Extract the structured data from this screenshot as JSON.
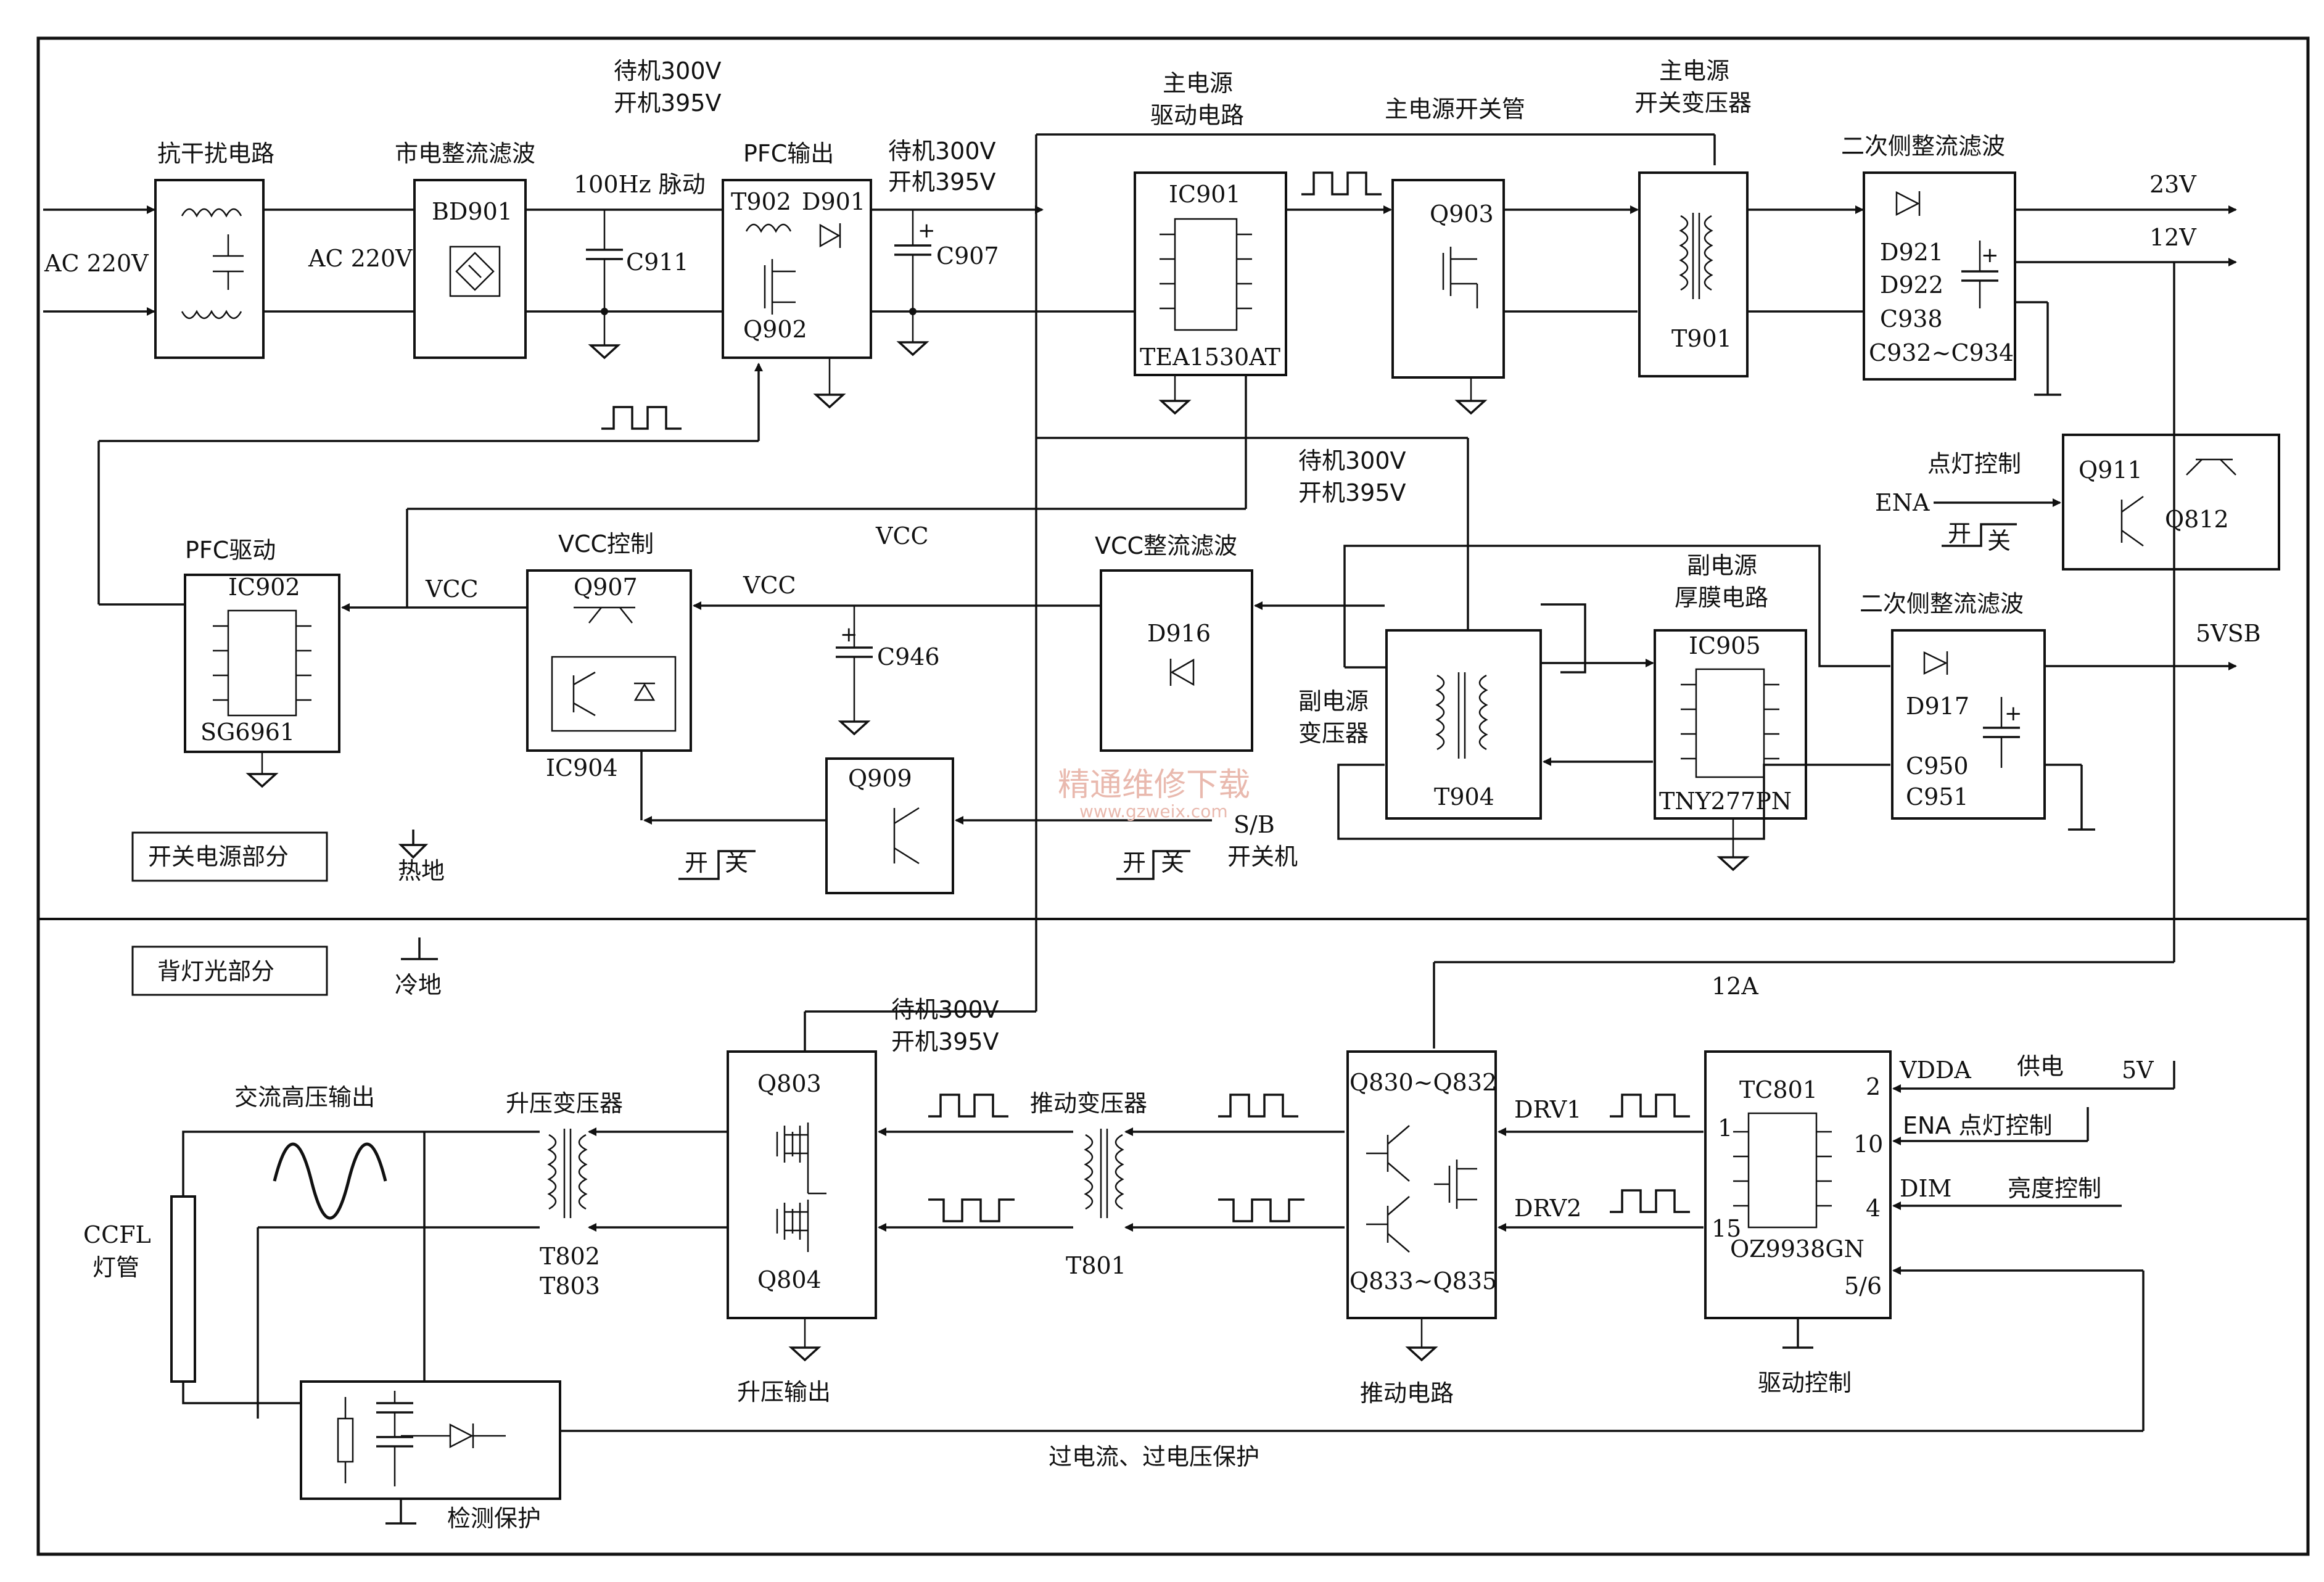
{
  "sections": {
    "switching": "开关电源部分",
    "backlight": "背灯光部分"
  },
  "grounds": {
    "hot": "热地",
    "cold": "冷地"
  },
  "blocks": {
    "emi": {
      "title": "抗干扰电路"
    },
    "rect": {
      "title": "市电整流滤波",
      "part": "BD901"
    },
    "pfc": {
      "title": "PFC输出",
      "t": "T902",
      "d": "D901",
      "q": "Q902"
    },
    "maindrv": {
      "title1": "主电源",
      "title2": "驱动电路",
      "ic": "IC901",
      "model": "TEA1530AT"
    },
    "mainsw": {
      "title": "主电源开关管",
      "q": "Q903"
    },
    "maintx": {
      "title1": "主电源",
      "title2": "开关变压器",
      "t": "T901"
    },
    "sec1": {
      "title": "二次侧整流滤波",
      "d1": "D921",
      "d2": "D922",
      "c1": "C938",
      "c2": "C932~C934"
    },
    "pfcdrv": {
      "title": "PFC驱动",
      "ic": "IC902",
      "model": "SG6961"
    },
    "vccctl": {
      "title": "VCC控制",
      "q": "Q907",
      "ic": "IC904"
    },
    "vccrect": {
      "title": "VCC整流滤波",
      "d": "D916"
    },
    "subtx": {
      "title1": "副电源",
      "title2": "变压器",
      "t": "T904"
    },
    "subhyb": {
      "title1": "副电源",
      "title2": "厚膜电路",
      "ic": "IC905",
      "model": "TNY277PN"
    },
    "sec2": {
      "title": "二次侧整流滤波",
      "d": "D917",
      "c1": "C950",
      "c2": "C951"
    },
    "q909": {
      "q": "Q909"
    },
    "q911": {
      "q1": "Q911",
      "q2": "Q812"
    },
    "boost": {
      "q1": "Q803",
      "q2": "Q804",
      "title": "升压输出"
    },
    "pushdrv": {
      "q1": "Q830~Q832",
      "q2": "Q833~Q835",
      "title": "推动电路"
    },
    "tc801": {
      "ic": "TC801",
      "model": "OZ9938GN",
      "title": "驱动控制",
      "p2": "2",
      "p1": "1",
      "p10": "10",
      "p15": "15",
      "p4": "4",
      "p56": "5/6"
    },
    "detect": {
      "title": "检测保护"
    }
  },
  "labels": {
    "ac_in": "AC 220V",
    "ac_mid": "AC 220V",
    "hz": "100Hz 脉动",
    "c911": "C911",
    "c907": "C907",
    "c946": "C946",
    "standby_top1": "待机300V",
    "standby_top2": "开机395V",
    "standby_pfc1": "待机300V",
    "standby_pfc2": "开机395V",
    "standby_mid1": "待机300V",
    "standby_mid2": "开机395V",
    "standby_bl1": "待机300V",
    "standby_bl2": "开机395V",
    "v23": "23V",
    "v12": "12V",
    "v5vsb": "5VSB",
    "vcc1": "VCC",
    "vcc2": "VCC",
    "vcc3": "VCC",
    "light_ctl": "点灯控制",
    "ena": "ENA",
    "sw_on": "开",
    "sw_off": "关",
    "sw2_on": "开",
    "sw2_off": "关",
    "sw3_on": "开",
    "sw3_off": "关",
    "sb": "S/B",
    "sb_sw": "开关机",
    "a12": "12A",
    "hv_out": "交流高压输出",
    "boost_tx": "升压变压器",
    "t802": "T802",
    "t803": "T803",
    "push_tx": "推动变压器",
    "t801": "T801",
    "ccfl1": "CCFL",
    "ccfl2": "灯管",
    "drv1": "DRV1",
    "drv2": "DRV2",
    "vdda": "VDDA",
    "supply": "供电",
    "v5": "5V",
    "ena_ctl": "ENA 点灯控制",
    "dim": "DIM",
    "bright": "亮度控制",
    "protect": "过电流、过电压保护",
    "watermark1": "精通维修下载",
    "watermark2": "www.gzweix.com"
  }
}
